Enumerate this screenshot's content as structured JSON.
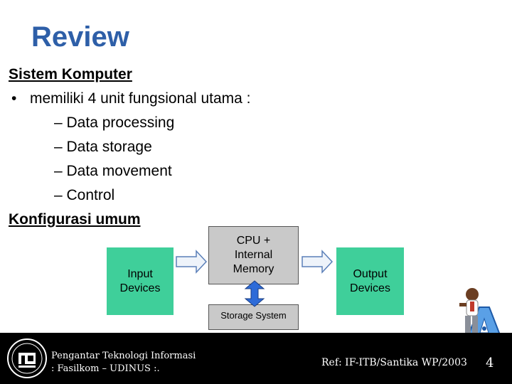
{
  "slide": {
    "title": "Review",
    "heading1": "Sistem Komputer",
    "bullet_marker": "•",
    "bullet": "memiliki 4 unit fungsional utama :",
    "subitems": [
      "– Data processing",
      "– Data storage",
      "– Data movement",
      "– Control"
    ],
    "heading2": "Konfigurasi umum"
  },
  "diagram": {
    "input_line1": "Input",
    "input_line2": "Devices",
    "cpu_line1": "CPU +",
    "cpu_line2": "Internal",
    "cpu_line3": "Memory",
    "output_line1": "Output",
    "output_line2": "Devices",
    "storage": "Storage System"
  },
  "footer": {
    "course_line1": "Pengantar Teknologi Informasi",
    "course_line2": ": Fasilkom – UDINUS :.",
    "reference": "Ref: IF-ITB/Santika WP/2003",
    "page_number": "4"
  },
  "colors": {
    "title": "#2e5fa8",
    "device_box": "#3fcf9a",
    "storage_box": "#c9c9c9",
    "footer_bg": "#000000"
  }
}
